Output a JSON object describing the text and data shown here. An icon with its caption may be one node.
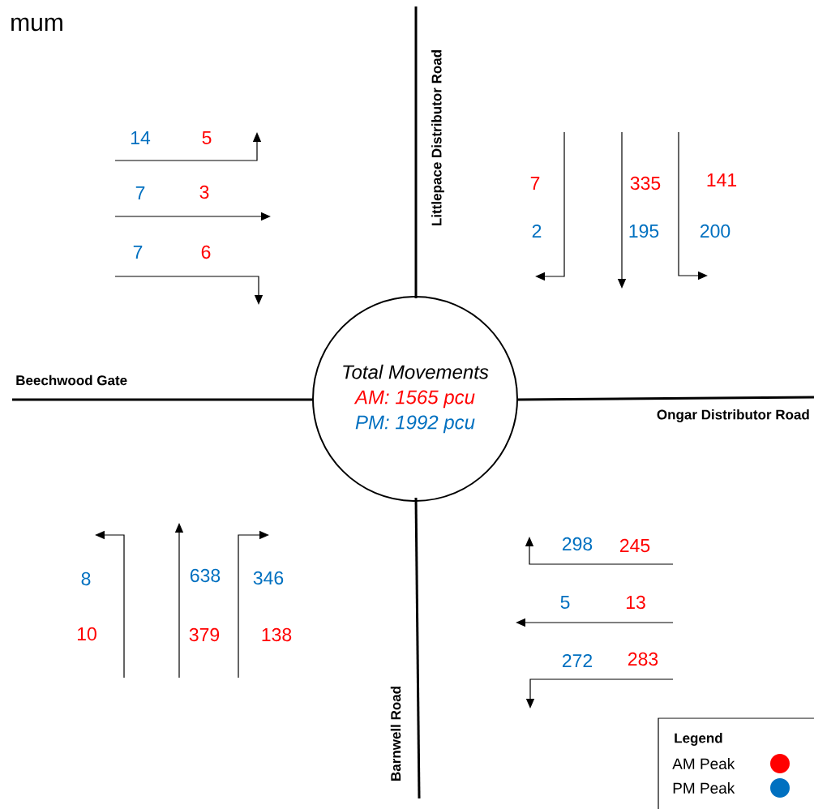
{
  "diagram": {
    "nodes": [
      {
        "text": [
          "Total Movements",
          "AM: 1565 pcu",
          "PM: 1992 pcu"
        ]
      }
    ],
    "labels": [
      "mum",
      "Littlepace Distributor Road",
      "14",
      "5",
      "7",
      "3",
      "7",
      "6",
      "7",
      "335",
      "141",
      "2",
      "195",
      "200",
      "Beechwood Gate",
      "Ongar Distributor Road",
      "298",
      "245",
      "8",
      "638",
      "346",
      "5",
      "13",
      "10",
      "379",
      "138",
      "272",
      "283",
      "Barnwell Road",
      "Legend"
    ],
    "legend": [
      {
        "text": "AM Peak",
        "color": "#ff0000"
      },
      {
        "text": "PM Peak",
        "color": "#0070c0"
      }
    ]
  }
}
